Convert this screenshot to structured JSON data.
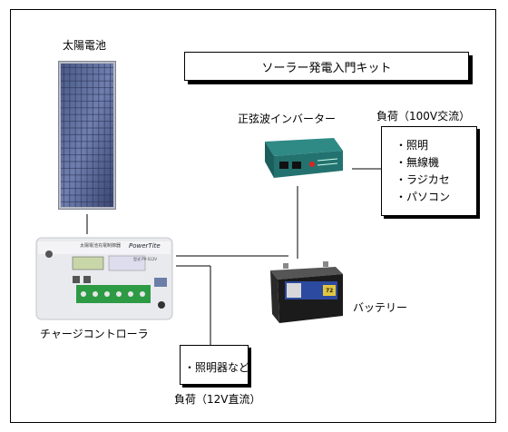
{
  "title": "ソーラー発電入門キット",
  "labels": {
    "solar_panel": "太陽電池",
    "inverter": "正弦波インバーター",
    "ac_load": "負荷（100V交流）",
    "battery": "バッテリー",
    "controller": "チャージコントローラ",
    "dc_load": "負荷（12V直流）"
  },
  "ac_load_items": [
    "・照明",
    "・無線機",
    "・ラジカセ",
    "・パソコン"
  ],
  "dc_load_items": [
    "・照明器など"
  ],
  "device_text": {
    "controller_brand": "PowerTite",
    "controller_name": "太陽電池充電制御器",
    "controller_model": "型式 PV-S12V",
    "battery_badge": "72"
  }
}
